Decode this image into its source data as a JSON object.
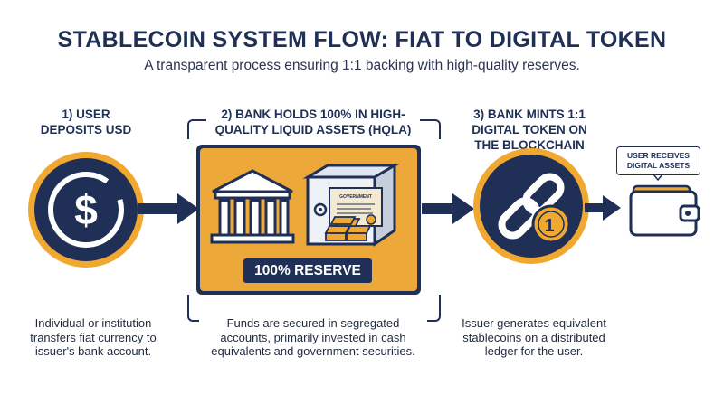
{
  "header": {
    "title": "STABLECOIN SYSTEM FLOW: FIAT TO DIGITAL TOKEN",
    "subtitle": "A transparent process ensuring 1:1 backing with high-quality reserves."
  },
  "steps": [
    {
      "title_line1": "1) USER",
      "title_line2": "DEPOSITS USD",
      "desc_line1": "Individual or institution",
      "desc_line2": "transfers fiat currency to",
      "desc_line3": "issuer's bank account."
    },
    {
      "title_line1": "2) BANK HOLDS 100% IN HIGH-",
      "title_line2": "QUALITY LIQUID ASSETS (HQLA)",
      "desc_line1": "Funds are secured in segregated",
      "desc_line2": "accounts, primarily invested in cash",
      "desc_line3": "equivalents and government securities."
    },
    {
      "title_line1": "3) BANK MINTS 1:1",
      "title_line2": "DIGITAL TOKEN ON",
      "title_line3": "THE BLOCKCHAIN",
      "desc_line1": "Issuer generates equivalent",
      "desc_line2": "stablecoins on a distributed",
      "desc_line3": "ledger for the user."
    }
  ],
  "reserve": {
    "label": "100% RESERVE",
    "certificate_text": "GOVERNMENT"
  },
  "dollar_symbol": "$",
  "token_symbol": "1",
  "callout": {
    "line1": "USER RECEIVES",
    "line2": "DIGITAL ASSETS"
  },
  "icons": [
    "dollar-coin-icon",
    "bank-building-icon",
    "vault-icon",
    "gold-bars-icon",
    "certificate-icon",
    "chain-link-icon",
    "token-coin-icon",
    "wallet-icon"
  ],
  "colors": {
    "navy": "#1f2f55",
    "gold": "#f0a830",
    "panel_gold": "#eda83a",
    "white": "#ffffff"
  }
}
